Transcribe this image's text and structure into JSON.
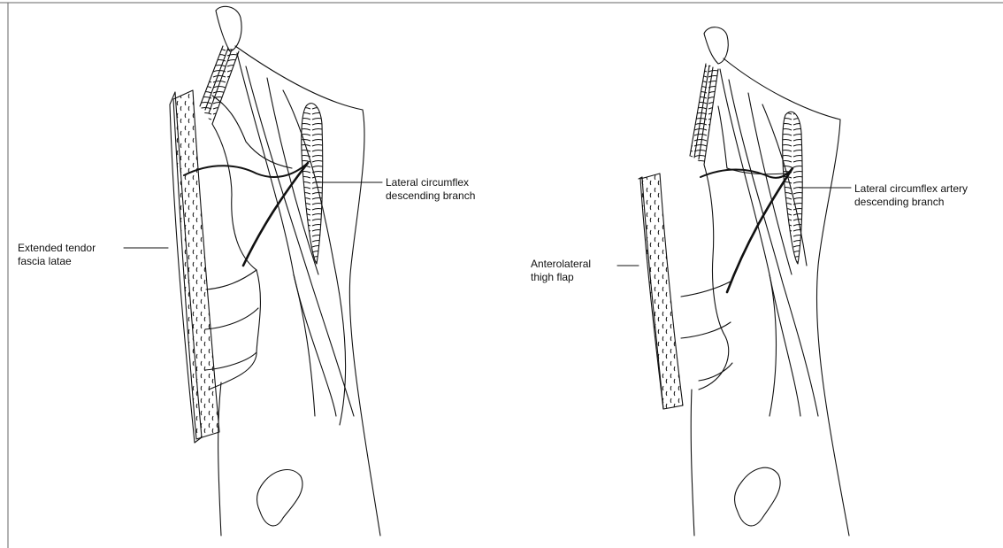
{
  "left_panel": {
    "label_vessel": [
      "Lateral circumflex",
      "descending branch"
    ],
    "label_flap": [
      "Extended tendor",
      "fascia latae"
    ]
  },
  "right_panel": {
    "label_vessel": [
      "Lateral circumflex artery",
      "descending branch"
    ],
    "label_flap": [
      "Anterolateral",
      "thigh flap"
    ]
  },
  "colors": {
    "ink": "#111111",
    "frame": "#666666",
    "background": "#ffffff"
  }
}
